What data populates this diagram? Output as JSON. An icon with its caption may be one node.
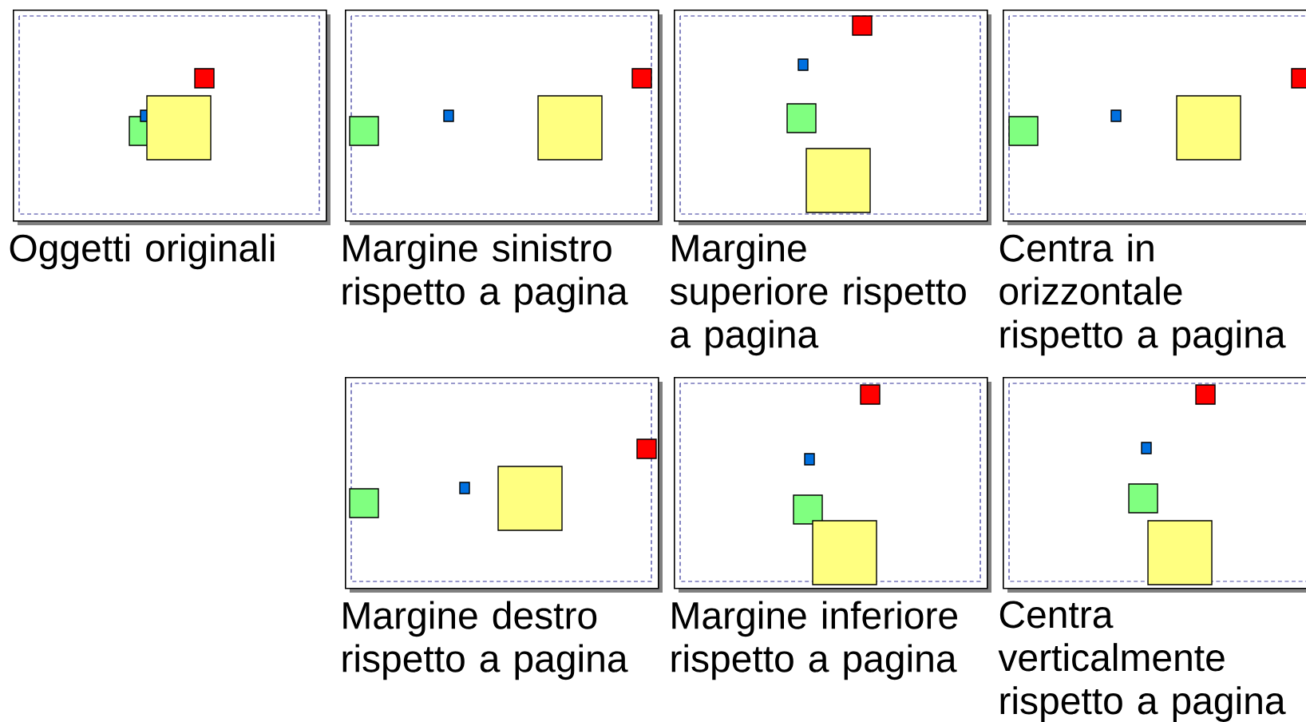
{
  "diagram": {
    "nodes": [
      {
        "text": [
          "Oggetti originali"
        ]
      },
      {
        "text": [
          "Margine sinistro rispetto a pagina"
        ]
      },
      {
        "text": [
          "Margine superiore rispetto a pagina"
        ]
      },
      {
        "text": [
          "Centra in orizzontale rispetto a pagina"
        ]
      },
      {
        "text": [
          "Margine destro rispetto a pagina"
        ]
      },
      {
        "text": [
          "Margine inferiore rispetto a pagina"
        ]
      },
      {
        "text": [
          "Centra verticalmente rispetto a pagina"
        ]
      }
    ]
  }
}
